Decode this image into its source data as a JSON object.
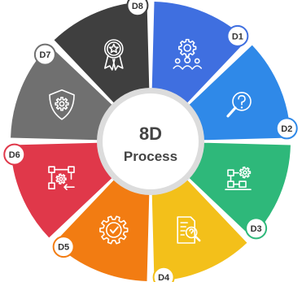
{
  "center": {
    "title": "8D",
    "subtitle": "Process"
  },
  "segments": [
    {
      "label": "D1",
      "color": "#3f6fe0",
      "icon": "team-gear-icon"
    },
    {
      "label": "D2",
      "color": "#2f89e8",
      "icon": "magnifier-question-icon"
    },
    {
      "label": "D3",
      "color": "#2eb87a",
      "icon": "flowchart-gear-icon"
    },
    {
      "label": "D4",
      "color": "#f3c01a",
      "icon": "document-search-icon"
    },
    {
      "label": "D5",
      "color": "#f27c12",
      "icon": "gear-check-icon"
    },
    {
      "label": "D6",
      "color": "#e0384a",
      "icon": "process-flow-icon"
    },
    {
      "label": "D7",
      "color": "#707070",
      "icon": "shield-gear-icon"
    },
    {
      "label": "D8",
      "color": "#3f3f3f",
      "icon": "award-ribbon-icon"
    }
  ]
}
